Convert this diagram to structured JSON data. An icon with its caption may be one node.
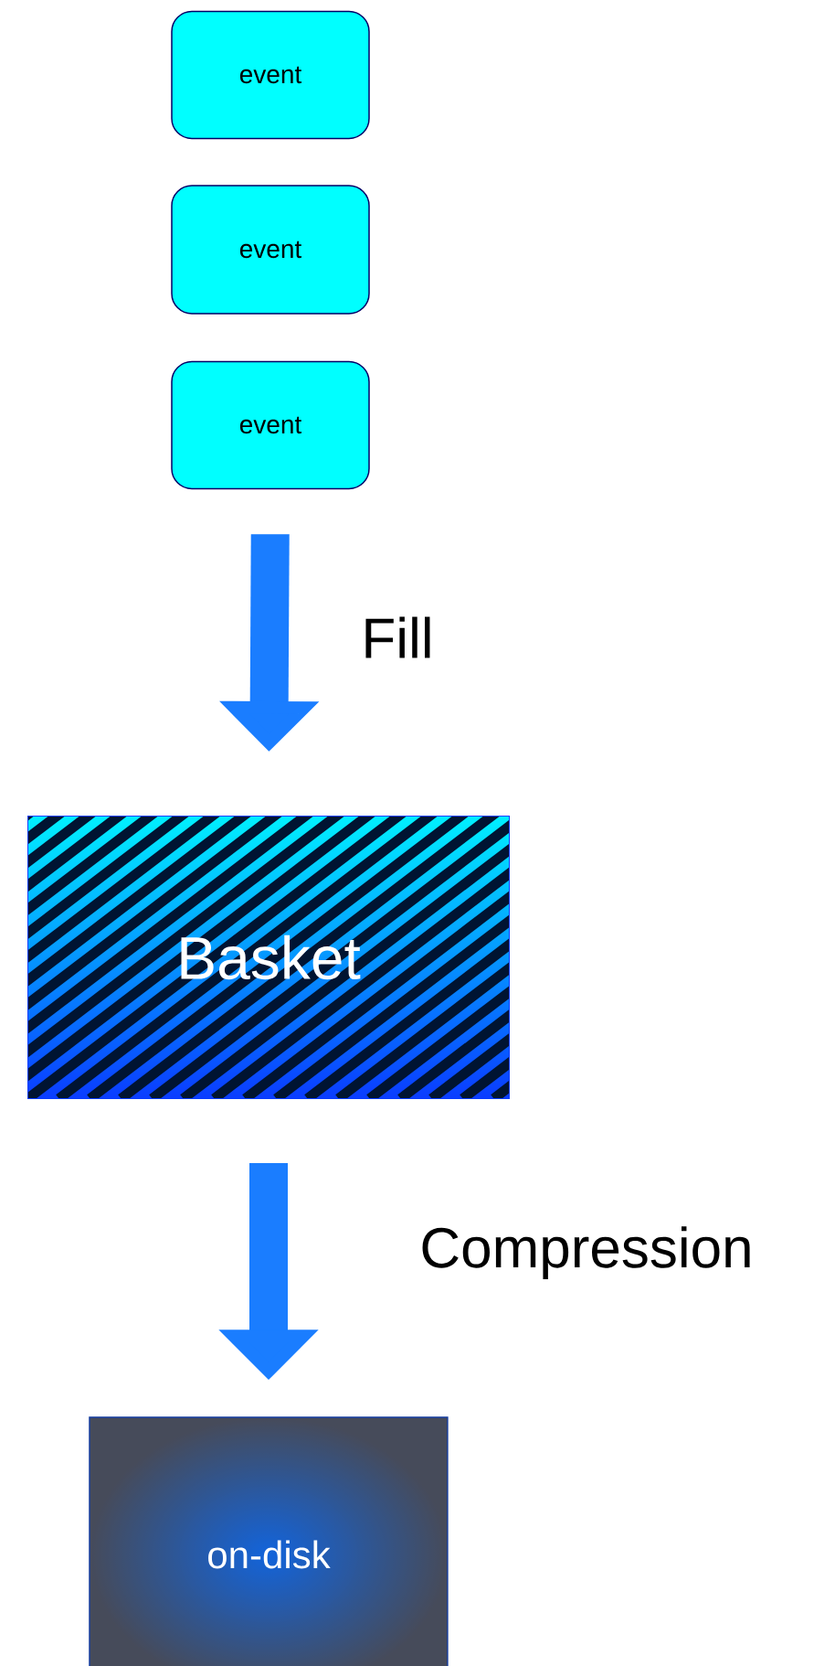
{
  "diagram": {
    "nodes": [
      {
        "text": [
          "event"
        ]
      },
      {
        "text": [
          "event"
        ]
      },
      {
        "text": [
          "event"
        ]
      },
      {
        "text": [
          "Basket"
        ]
      },
      {
        "text": [
          "on-disk"
        ]
      }
    ],
    "edges": [
      {
        "from": 2,
        "to": 3,
        "arrow": "to",
        "label": "Fill"
      },
      {
        "from": 3,
        "to": 4,
        "arrow": "to",
        "label": "Compression"
      }
    ]
  }
}
